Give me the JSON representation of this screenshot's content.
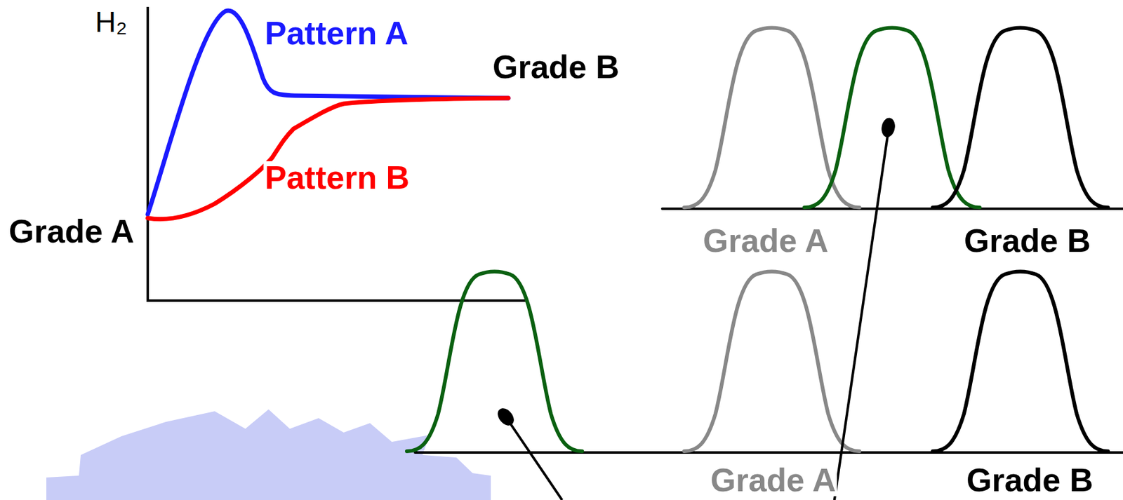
{
  "diagram": {
    "labels": [
      "H₂",
      "Pattern A",
      "Grade B",
      "Pattern B",
      "Grade A",
      "Grade A",
      "Grade B",
      "Grade A",
      "Grade B"
    ]
  }
}
